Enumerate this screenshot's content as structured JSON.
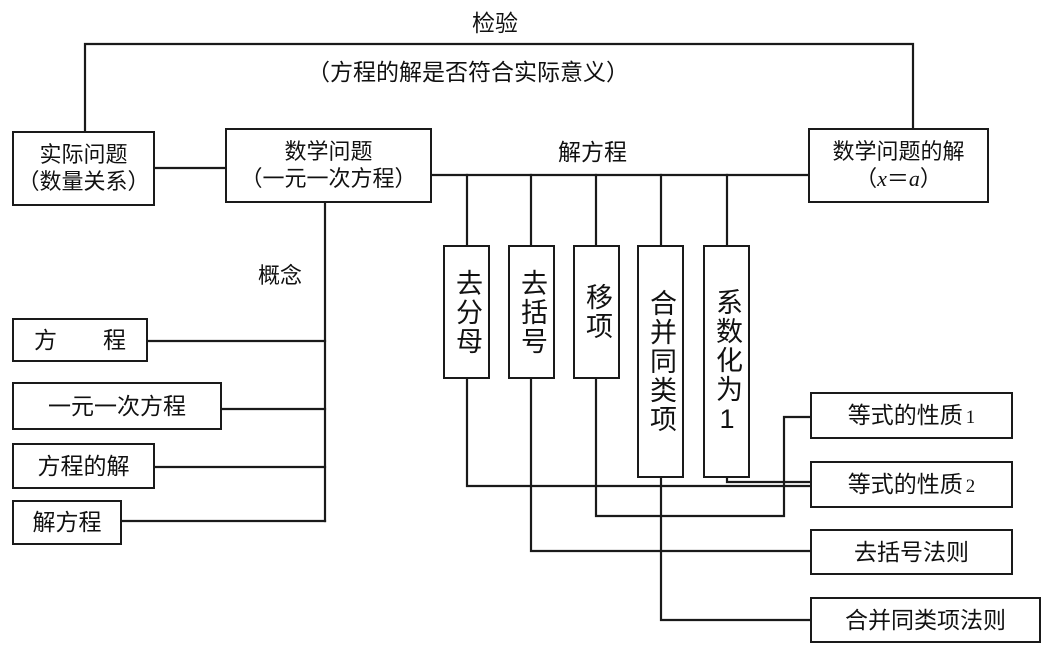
{
  "diagram": {
    "title_top": "检验",
    "subtitle_top": "（方程的解是否符合实际意义）",
    "label_solve": "解方程",
    "label_concept": "概念",
    "nodes": {
      "real_problem_line1": "实际问题",
      "real_problem_line2": "（数量关系）",
      "math_problem_line1": "数学问题",
      "math_problem_line2": "（一元一次方程）",
      "math_solution_line1": "数学问题的解",
      "math_solution_line2_open": "（",
      "math_solution_line2_x": "x",
      "math_solution_line2_eq": "＝",
      "math_solution_line2_a": "a",
      "math_solution_line2_close": "）",
      "step_1": "去分母",
      "step_2": "去括号",
      "step_3": "移项",
      "step_4": "合并同类项",
      "step_5": "系数化为1",
      "concept_1": "方　　程",
      "concept_2": "一元一次方程",
      "concept_3": "方程的解",
      "concept_4": "解方程",
      "rule_1_text": "等式的性质",
      "rule_1_num": "1",
      "rule_2_text": "等式的性质",
      "rule_2_num": "2",
      "rule_3": "去括号法则",
      "rule_4": "合并同类项法则"
    },
    "colors": {
      "stroke": "#1a1a1a",
      "background": "#ffffff",
      "text": "#111111"
    }
  }
}
